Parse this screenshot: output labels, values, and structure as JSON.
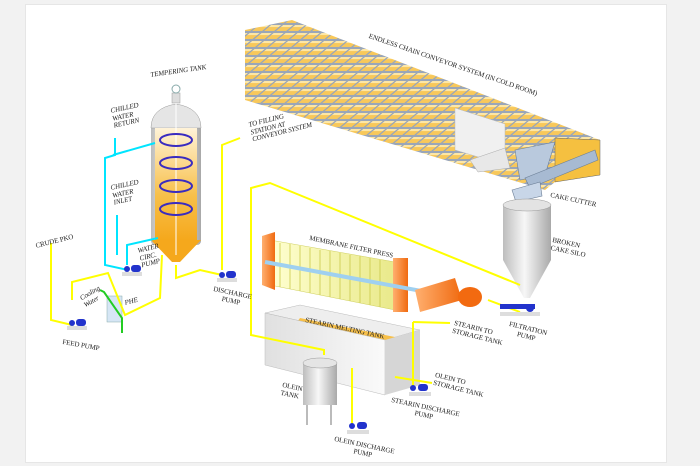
{
  "diagram": {
    "type": "process-flow",
    "colors": {
      "process_line": "#ffff00",
      "chilled_water_line": "#00e5ff",
      "cooling_water_line": "#22cc22",
      "product": "#f7b733",
      "pump": "#2233cc",
      "press_frame": "#f7852a",
      "press_plates": "#f3f3a0",
      "coil": "#3a2cc0"
    },
    "labels": {
      "tempering_tank": "TEMPERING TANK",
      "chilled_water_return": "CHILLED\nWATER\nRETURN",
      "chilled_water_inlet": "CHILLED\nWATER\nINLET",
      "to_filling_station": "TO FILLING\nSTATION AT\nCONVEYOR SYSTEM",
      "conveyor": "ENDLESS CHAIN CONVEYOR SYSTEM (IN COLD ROOM)",
      "cake_cutter": "CAKE CUTTER",
      "broken_cake_silo": "BROKEN\nCAKE SILO",
      "crude_pko": "CRUDE PKO",
      "water_circ_pump": "WATER\nCIRC.\nPUMP",
      "cooling_water": "Cooling\nWater",
      "phe": "PHE",
      "feed_pump": "FEED PUMP",
      "discharge_pump": "DISCHARGE\nPUMP",
      "membrane_filter_press": "MEMBRANE FILTER PRESS",
      "stearin_melting_tank": "STEARIN MELTING TANK",
      "stearin_to_storage": "STEARIN TO\nSTORAGE TANK",
      "filtration_pump": "FILTRATION\nPUMP",
      "olein_to_storage": "OLEIN TO\nSTORAGE TANK",
      "stearin_discharge_pump": "STEARIN DISCHARGE\nPUMP",
      "olein_tank": "OLEIN\nTANK",
      "olein_discharge_pump": "OLEIN DISCHARGE\nPUMP"
    }
  }
}
